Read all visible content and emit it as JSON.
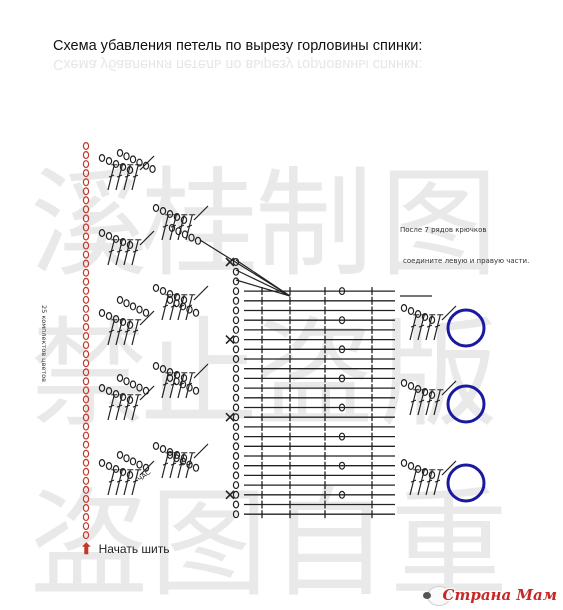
{
  "title": "Схема убавления петель по вырезу горловины спинки:",
  "note_line1": "После 7 рядов крючков",
  "note_line2": "соедините левую и правую части.",
  "side_label": "25 комплектов цветов",
  "start_label": "Начать шить",
  "start_icon": "arrow-up-icon",
  "small_label": "ЧАС",
  "brand": "Страна Мам",
  "colors": {
    "chain_start": "#c0392b",
    "ring": "#1a1aa0",
    "watermark": "#e9e9e9",
    "ink": "#222222"
  }
}
